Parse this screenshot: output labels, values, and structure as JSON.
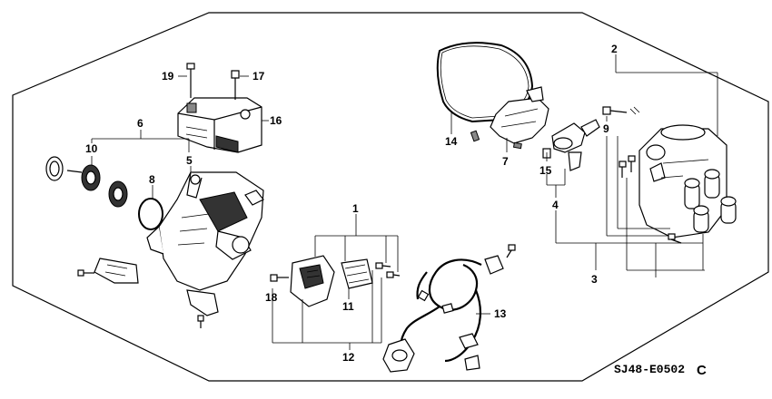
{
  "diagram": {
    "callouts": {
      "c1": "1",
      "c2": "2",
      "c3": "3",
      "c4": "4",
      "c5": "5",
      "c6": "6",
      "c7": "7",
      "c8": "8",
      "c9": "9",
      "c10": "10",
      "c11": "11",
      "c12": "12",
      "c13": "13",
      "c14": "14",
      "c15": "15",
      "c16": "16",
      "c17": "17",
      "c18": "18",
      "c19": "19"
    },
    "drawing_code": "SJ48-E0502",
    "drawing_code_suffix": "C"
  }
}
